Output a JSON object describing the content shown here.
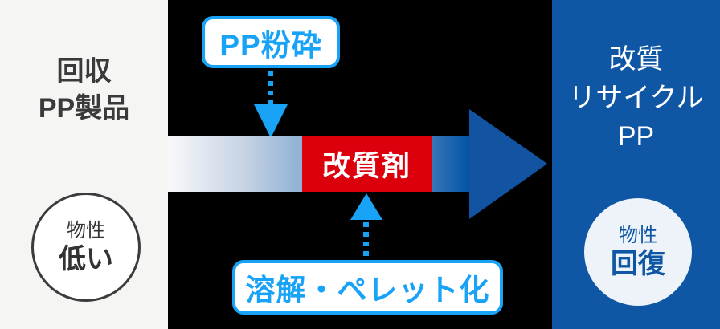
{
  "left_panel": {
    "title_line1": "回収",
    "title_line2": "PP製品",
    "badge": {
      "top": "物性",
      "bottom": "低い"
    }
  },
  "process": {
    "top_label": "PP粉砕",
    "modifier_label": "改質剤",
    "bottom_label": "溶解・ペレット化"
  },
  "right_panel": {
    "title_line1": "改質",
    "title_line2": "リサイクル",
    "title_line3": "PP",
    "badge": {
      "top": "物性",
      "bottom": "回復"
    }
  },
  "colors": {
    "left_bg": "#f5f5f3",
    "mid_bg": "#000000",
    "right_bg": "#0f57a5",
    "accent_blue": "#18a3f7",
    "modifier_red": "#dc000c",
    "arrow_blue": "#1254a1",
    "band_gradient_left": [
      "#f8f9fa",
      "#8fb0d5"
    ],
    "band_gradient_right": [
      "#3b76b7",
      "#0054a5"
    ],
    "dark_text": "#3a3a3a",
    "right_badge_bg": "#edf3f9"
  }
}
